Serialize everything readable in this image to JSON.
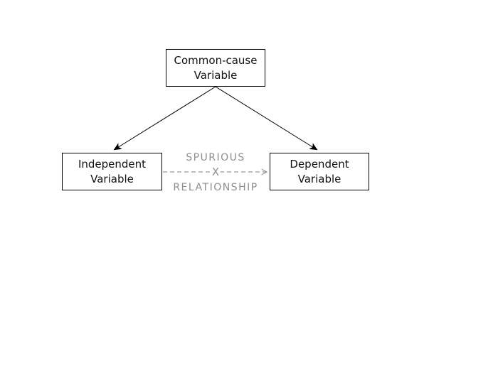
{
  "diagram": {
    "nodes": {
      "common_cause": {
        "line1": "Common-cause",
        "line2": "Variable"
      },
      "independent": {
        "line1": "Independent",
        "line2": "Variable"
      },
      "dependent": {
        "line1": "Dependent",
        "line2": "Variable"
      }
    },
    "spurious_edge": {
      "top_label": "SPURIOUS",
      "bottom_label": "RELATIONSHIP",
      "cross_mark": "X"
    },
    "colors": {
      "background": "#ffffff",
      "node_border": "#000000",
      "node_text": "#111111",
      "arrow_solid": "#000000",
      "arrow_dashed": "#9a9a9a",
      "muted_label": "#8e8e8e"
    }
  }
}
